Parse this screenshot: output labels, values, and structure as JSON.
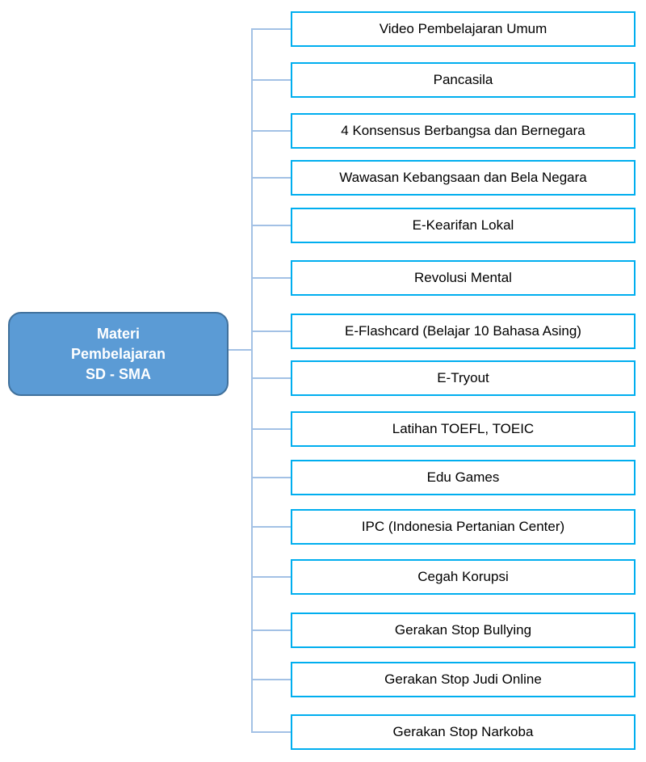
{
  "diagram": {
    "root": {
      "line1": "Materi",
      "line2": "Pembelajaran",
      "line3": "SD - SMA"
    },
    "children": [
      "Video Pembelajaran Umum",
      "Pancasila",
      "4 Konsensus Berbangsa dan Bernegara",
      "Wawasan Kebangsaan dan Bela Negara",
      "E-Kearifan Lokal",
      "Revolusi Mental",
      "E-Flashcard (Belajar 10 Bahasa Asing)",
      "E-Tryout",
      "Latihan TOEFL, TOEIC",
      "Edu Games",
      "IPC (Indonesia Pertanian Center)",
      "Cegah Korupsi",
      "Gerakan Stop Bullying",
      "Gerakan Stop Judi Online",
      "Gerakan Stop Narkoba"
    ],
    "colors": {
      "root_fill": "#5B9BD5",
      "root_border": "#41719C",
      "root_text": "#FFFFFF",
      "branch_border": "#00AEEF",
      "branch_fill": "#FFFFFF",
      "branch_text": "#000000",
      "connector": "#A3C1E5"
    }
  }
}
